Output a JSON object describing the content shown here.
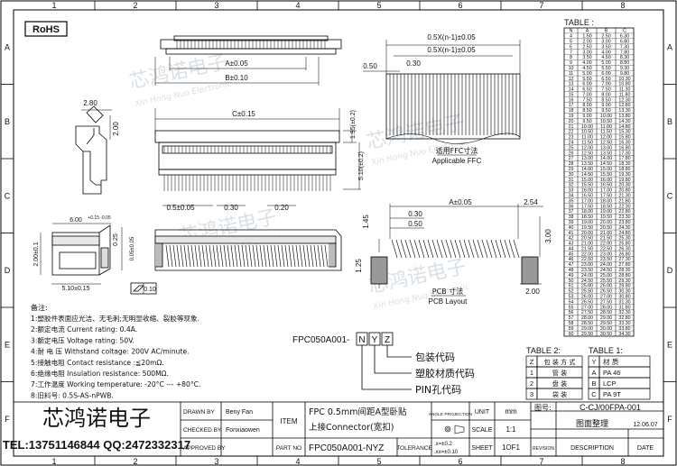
{
  "border_cols": [
    "1",
    "2",
    "3",
    "4",
    "5",
    "6",
    "7",
    "8"
  ],
  "border_rows": [
    "A",
    "B",
    "C",
    "D",
    "E",
    "F"
  ],
  "rohs": "RoHS",
  "watermark": {
    "cn": "芯鸿诺电子",
    "en": "Xin Hong Nuo Electronic"
  },
  "dims": {
    "a005": "A±0.05",
    "b010": "B±0.10",
    "c015": "C±0.15",
    "d280": "2.80",
    "d200": "2.00",
    "d195": "1.95(±0.2)",
    "d510": "5.10(±0.2)",
    "d05005": "0.5±0.05",
    "d030": "0.30",
    "d020": "0.20",
    "d600": "6.00",
    "d600tol": "+0.15 -0.05",
    "d200b": "2.00±0.1",
    "d025": "0.25",
    "d005b": "0.05±0.05",
    "d510b": "5.10±0.15",
    "flat": "0.10",
    "ffc1": "0.5X(n-1)±0.05",
    "ffc2": "0.5X(n-1)±0.05",
    "ffc050": "0.50",
    "ffc030": "0.30",
    "ffc_cn": "适用FFC寸法",
    "ffc_en": "Applicable FFC",
    "pcb030": "0.30",
    "pcb050": "0.50",
    "pcba": "A±0.05",
    "pcb254": "2.54",
    "pcb145": "1.45",
    "pcb125": "1.25",
    "pcb300": "3.00",
    "pcb200": "2.00",
    "pcb_cn": "PCB 寸法",
    "pcb_en": "PCB Layout"
  },
  "notes": {
    "title": "备注:",
    "lines": [
      "1:塑胶件表面应光洁、无毛刺;无明显收缩、裂胶等现象.",
      "2:额定电流 Current rating: 0.4A.",
      "3:额定电压 Voltage rating: 50V.",
      "4:耐 电 压 Withstand coltage: 200V AC/minute.",
      "5:接触电阻 Contact resistance :≦20mΩ.",
      "6:绝缘电阻 Insulation resistance: 500MΩ.",
      "7:工作温度 Working temperature: -20°C --- +80°C.",
      "8:旧料号: 0.5S-AS-nPWB."
    ]
  },
  "part_code": {
    "prefix": "FPC050A001-",
    "boxes": [
      "N",
      "Y",
      "Z"
    ],
    "labels": [
      "包装代码",
      "塑胶材质代码",
      "PIN孔代码"
    ]
  },
  "table2": {
    "title": "TABLE 2:",
    "header": [
      "Z",
      "包 装 方 式"
    ],
    "rows": [
      [
        "1",
        "管 装"
      ],
      [
        "2",
        "盘 装"
      ],
      [
        "3",
        "袋 装"
      ]
    ]
  },
  "table1": {
    "title": "TABLE 1:",
    "rows": [
      [
        "Y",
        "材 质"
      ],
      [
        "A",
        "PA 46"
      ],
      [
        "B",
        "LCP"
      ],
      [
        "C",
        "PA 9T"
      ]
    ]
  },
  "table": {
    "title": "TABLE :",
    "header": [
      "N",
      "A",
      "B",
      "C"
    ],
    "rows": [
      [
        "4",
        "1.50",
        "2.50",
        "6.30"
      ],
      [
        "5",
        "2.00",
        "3.00",
        "6.80"
      ],
      [
        "6",
        "2.50",
        "3.50",
        "7.30"
      ],
      [
        "7",
        "3.00",
        "4.00",
        "7.80"
      ],
      [
        "8",
        "3.50",
        "4.50",
        "8.30"
      ],
      [
        "9",
        "4.00",
        "5.00",
        "8.80"
      ],
      [
        "10",
        "4.50",
        "5.50",
        "9.30"
      ],
      [
        "11",
        "5.00",
        "6.00",
        "9.80"
      ],
      [
        "12",
        "5.50",
        "6.50",
        "10.30"
      ],
      [
        "13",
        "6.00",
        "7.00",
        "10.80"
      ],
      [
        "14",
        "6.50",
        "7.50",
        "11.30"
      ],
      [
        "15",
        "7.00",
        "8.00",
        "11.80"
      ],
      [
        "16",
        "7.50",
        "8.50",
        "12.30"
      ],
      [
        "17",
        "8.00",
        "9.00",
        "12.80"
      ],
      [
        "18",
        "8.50",
        "9.50",
        "13.30"
      ],
      [
        "19",
        "9.00",
        "10.00",
        "13.80"
      ],
      [
        "20",
        "9.50",
        "10.50",
        "14.30"
      ],
      [
        "21",
        "10.00",
        "11.00",
        "14.80"
      ],
      [
        "22",
        "10.50",
        "11.50",
        "15.30"
      ],
      [
        "23",
        "11.00",
        "12.00",
        "15.80"
      ],
      [
        "24",
        "11.50",
        "12.50",
        "16.30"
      ],
      [
        "25",
        "12.00",
        "13.00",
        "16.80"
      ],
      [
        "26",
        "12.50",
        "13.50",
        "17.30"
      ],
      [
        "27",
        "13.00",
        "14.00",
        "17.80"
      ],
      [
        "28",
        "13.50",
        "14.50",
        "18.30"
      ],
      [
        "29",
        "14.00",
        "15.00",
        "18.80"
      ],
      [
        "30",
        "14.50",
        "15.50",
        "19.30"
      ],
      [
        "31",
        "15.00",
        "16.00",
        "19.80"
      ],
      [
        "32",
        "15.50",
        "16.50",
        "20.30"
      ],
      [
        "33",
        "16.00",
        "17.00",
        "20.80"
      ],
      [
        "34",
        "16.50",
        "17.50",
        "21.30"
      ],
      [
        "35",
        "17.00",
        "18.00",
        "21.80"
      ],
      [
        "36",
        "17.50",
        "18.50",
        "22.30"
      ],
      [
        "37",
        "18.00",
        "19.00",
        "22.80"
      ],
      [
        "38",
        "18.50",
        "19.50",
        "23.30"
      ],
      [
        "39",
        "19.00",
        "20.00",
        "23.80"
      ],
      [
        "40",
        "19.50",
        "20.50",
        "24.30"
      ],
      [
        "41",
        "20.00",
        "21.00",
        "24.80"
      ],
      [
        "42",
        "20.50",
        "21.50",
        "25.30"
      ],
      [
        "43",
        "21.00",
        "22.00",
        "25.80"
      ],
      [
        "44",
        "21.50",
        "22.50",
        "26.30"
      ],
      [
        "45",
        "22.00",
        "23.00",
        "26.80"
      ],
      [
        "46",
        "22.50",
        "23.50",
        "27.30"
      ],
      [
        "47",
        "23.00",
        "24.00",
        "27.80"
      ],
      [
        "48",
        "23.50",
        "24.50",
        "28.30"
      ],
      [
        "49",
        "24.00",
        "25.00",
        "28.80"
      ],
      [
        "50",
        "24.50",
        "25.50",
        "29.30"
      ],
      [
        "51",
        "25.00",
        "26.00",
        "29.80"
      ],
      [
        "52",
        "25.50",
        "26.50",
        "30.30"
      ],
      [
        "53",
        "26.00",
        "27.00",
        "30.80"
      ],
      [
        "54",
        "26.50",
        "27.50",
        "31.30"
      ],
      [
        "55",
        "27.00",
        "28.00",
        "31.80"
      ],
      [
        "56",
        "27.50",
        "28.50",
        "32.30"
      ],
      [
        "57",
        "28.00",
        "29.00",
        "32.80"
      ],
      [
        "58",
        "28.50",
        "29.50",
        "33.30"
      ],
      [
        "59",
        "29.00",
        "30.00",
        "33.80"
      ],
      [
        "60",
        "29.50",
        "30.50",
        "34.30"
      ]
    ]
  },
  "title_block": {
    "company": "芯鸿诺电子",
    "contact": "TEL:13751146844 QQ:2472332317",
    "drawn_by_label": "DRAWN BY",
    "drawn_by": "Beny Fan",
    "checked_by_label": "CHECKED BY",
    "checked_by": "Fonxiaowen",
    "approved_by_label": "APPROVED BY",
    "approved_by": "",
    "item_label": "ITEM",
    "item_line1": "FPC 0.5mm间距A型卧贴",
    "item_line2": "上接Connector(宽扣)",
    "part_no_label": "PART NO",
    "part_no": "FPC050A001-NYZ",
    "unit_label": "UNIT",
    "unit": "mm",
    "drawing_no_label": "图号:",
    "drawing_no": "C-CJ/00FPA-001",
    "angle_label": "ANGLE PROJECTION",
    "scale_label": "SCALE",
    "scale": "1:1",
    "tolerance_label": "TOLERANCE",
    "tol1": ".x=±0.2",
    "tol2": ".xx=±0.10",
    "sheet_label": "SHEET",
    "sheet": "1OF1",
    "revision_label": "REVISION",
    "description_label": "DESCRIPTION",
    "date_label": "DATE",
    "rev_desc": "图面整理",
    "rev_date": "12.06.07"
  }
}
